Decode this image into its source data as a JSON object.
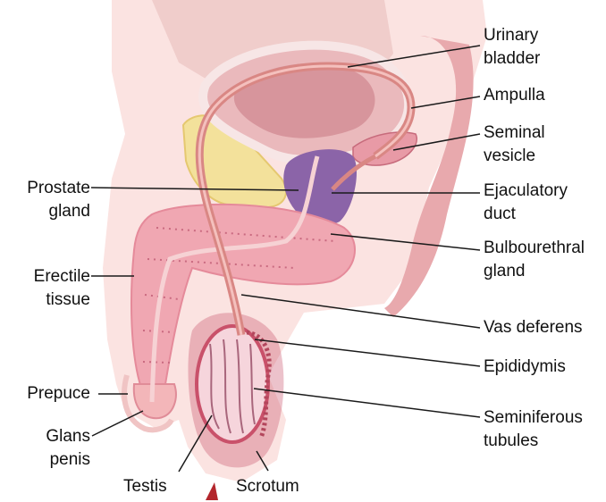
{
  "colors": {
    "background": "#ffffff",
    "skin": "#fbe3e1",
    "bladder": "#e7b6b9",
    "prostate": "#8b64a8",
    "erectile": "#f0a7b2",
    "vas": "#d98784",
    "testis": "#c9516a",
    "fat": "#f3e19b",
    "line": "#1a1a1a"
  },
  "labels": {
    "urinary_bladder": [
      "Urinary",
      "bladder"
    ],
    "ampulla": "Ampulla",
    "seminal_vesicle": [
      "Seminal",
      "vesicle"
    ],
    "ejaculatory_duct": [
      "Ejaculatory",
      "duct"
    ],
    "bulbourethral_gland": [
      "Bulbourethral",
      "gland"
    ],
    "vas_deferens": "Vas deferens",
    "epididymis": "Epididymis",
    "seminiferous_tubules": [
      "Seminiferous",
      "tubules"
    ],
    "prostate_gland": [
      "Prostate",
      "gland"
    ],
    "erectile_tissue": [
      "Erectile",
      "tissue"
    ],
    "prepuce": "Prepuce",
    "glans_penis": [
      "Glans",
      "penis"
    ],
    "testis": "Testis",
    "scrotum": "Scrotum"
  }
}
